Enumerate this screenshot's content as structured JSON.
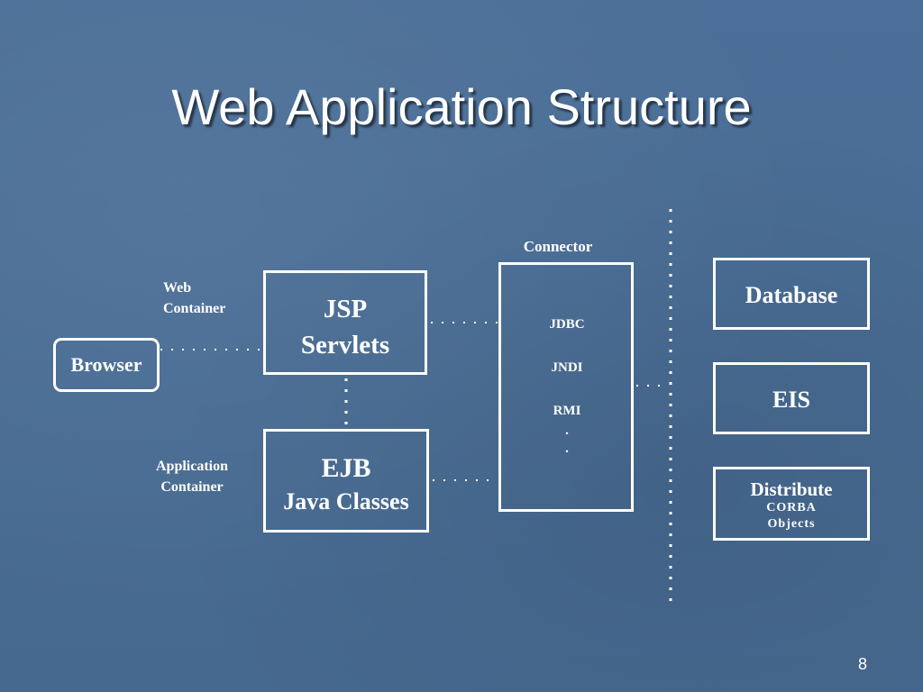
{
  "slide": {
    "title": "Web Application Structure",
    "page_number": "8"
  },
  "diagram": {
    "browser": "Browser",
    "web_container": [
      "Web",
      "Container"
    ],
    "jsp_box": [
      "JSP",
      "Servlets"
    ],
    "application_container": [
      "Application",
      "Container"
    ],
    "ejb_box": [
      "EJB",
      "Java Classes"
    ],
    "connector_label": "Connector",
    "connector_items": [
      "JDBC",
      "JNDI",
      "RMI",
      ".",
      "."
    ],
    "database": "Database",
    "eis": "EIS",
    "distribute": [
      "Distribute",
      "CORBA",
      "Objects"
    ]
  },
  "colors": {
    "background": "#4a6e96",
    "foreground": "#ffffff"
  }
}
